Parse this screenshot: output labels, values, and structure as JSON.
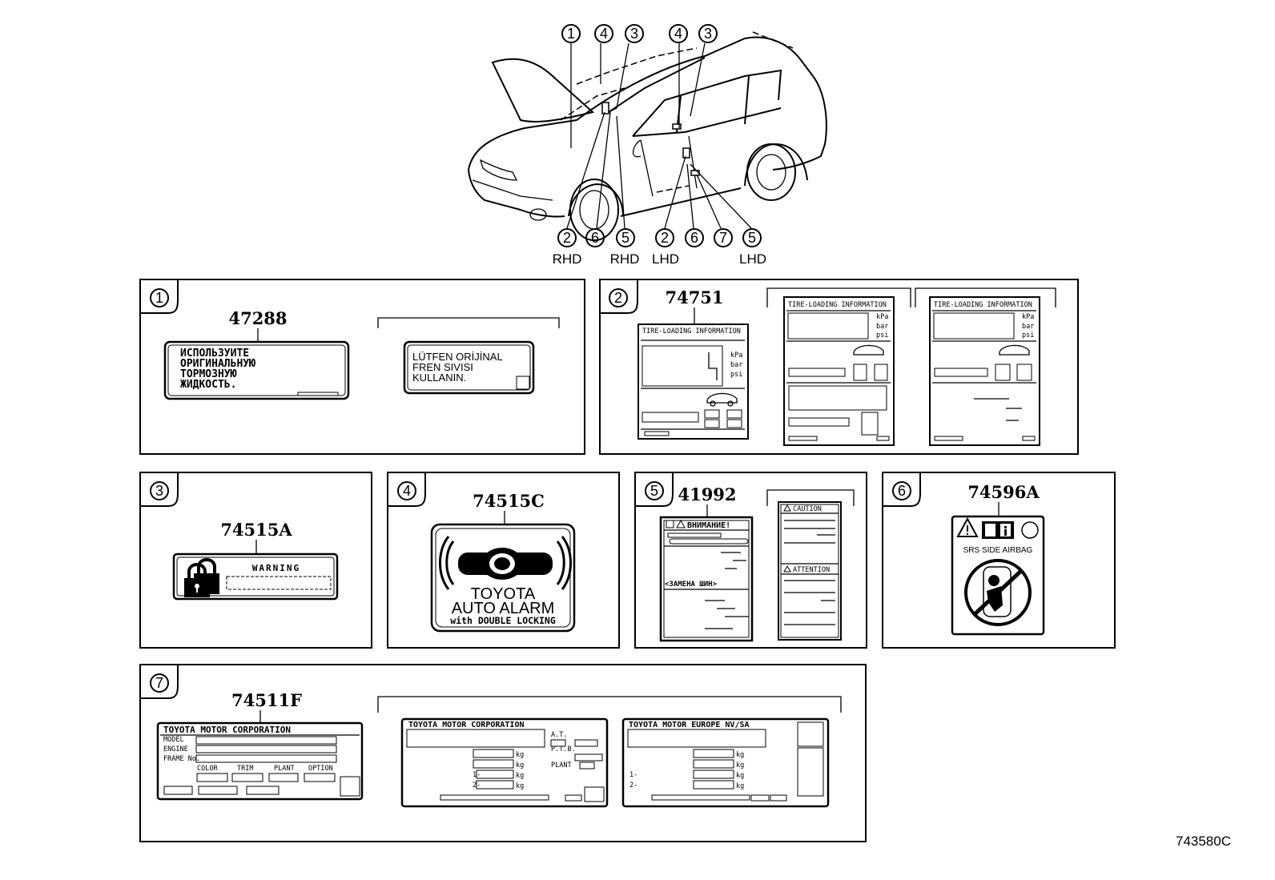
{
  "drawing_number": "743580C",
  "car": {
    "callouts_top": [
      "1",
      "4",
      "3",
      "4",
      "3"
    ],
    "callouts_bottom": [
      "2",
      "6",
      "5",
      "2",
      "6",
      "7",
      "5"
    ],
    "side_labels": [
      "RHD",
      "RHD",
      "LHD",
      "LHD"
    ]
  },
  "panels": {
    "p1": {
      "index": "1",
      "part_number": "47288",
      "label_a_lines": [
        "ИСПОЛЬЗУИТЕ",
        "ОРИГИНАЛЬНУЮ",
        "ТОРМОЗНУЮ",
        "ЖИДКОСТЬ."
      ],
      "label_b_lines": [
        "LÜTFEN ORİJİNAL",
        "FREN SIVISI",
        "KULLANIN."
      ]
    },
    "p2": {
      "index": "2",
      "part_number": "74751",
      "tire_title": "TIRE-LOADING INFORMATION",
      "units": [
        "kPa",
        "bar",
        "psi"
      ]
    },
    "p3": {
      "index": "3",
      "part_number": "74515A",
      "warning": "WARNING"
    },
    "p4": {
      "index": "4",
      "part_number": "74515C",
      "line1": "TOYOTA",
      "line2": "AUTO ALARM",
      "line3": "with DOUBLE LOCKING"
    },
    "p5": {
      "index": "5",
      "part_number": "41992",
      "heading_a": "ВНИМАНИЕ!",
      "heading_b": "<ЗАМЕНА ШИН>",
      "heading_c": "CAUTION",
      "heading_d": "ATTENTION"
    },
    "p6": {
      "index": "6",
      "part_number": "74596A",
      "caption": "SRS  SIDE  AIRBAG"
    },
    "p7": {
      "index": "7",
      "part_number": "74511F",
      "plate_a_title": "TOYOTA MOTOR CORPORATION",
      "plate_a_rows": [
        "MODEL",
        "ENGINE",
        "FRAME No."
      ],
      "plate_a_cols": [
        "COLOR",
        "TRIM",
        "PLANT",
        "OPTION"
      ],
      "plate_b_title": "TOYOTA MOTOR CORPORATION",
      "plate_b_side": [
        "A.T.",
        "P.T.B.",
        "PLANT"
      ],
      "plate_c_title": "TOYOTA   MOTOR   EUROPE   NV/SA",
      "unit": "kg",
      "axle_marks": [
        "1-",
        "2-"
      ]
    }
  }
}
